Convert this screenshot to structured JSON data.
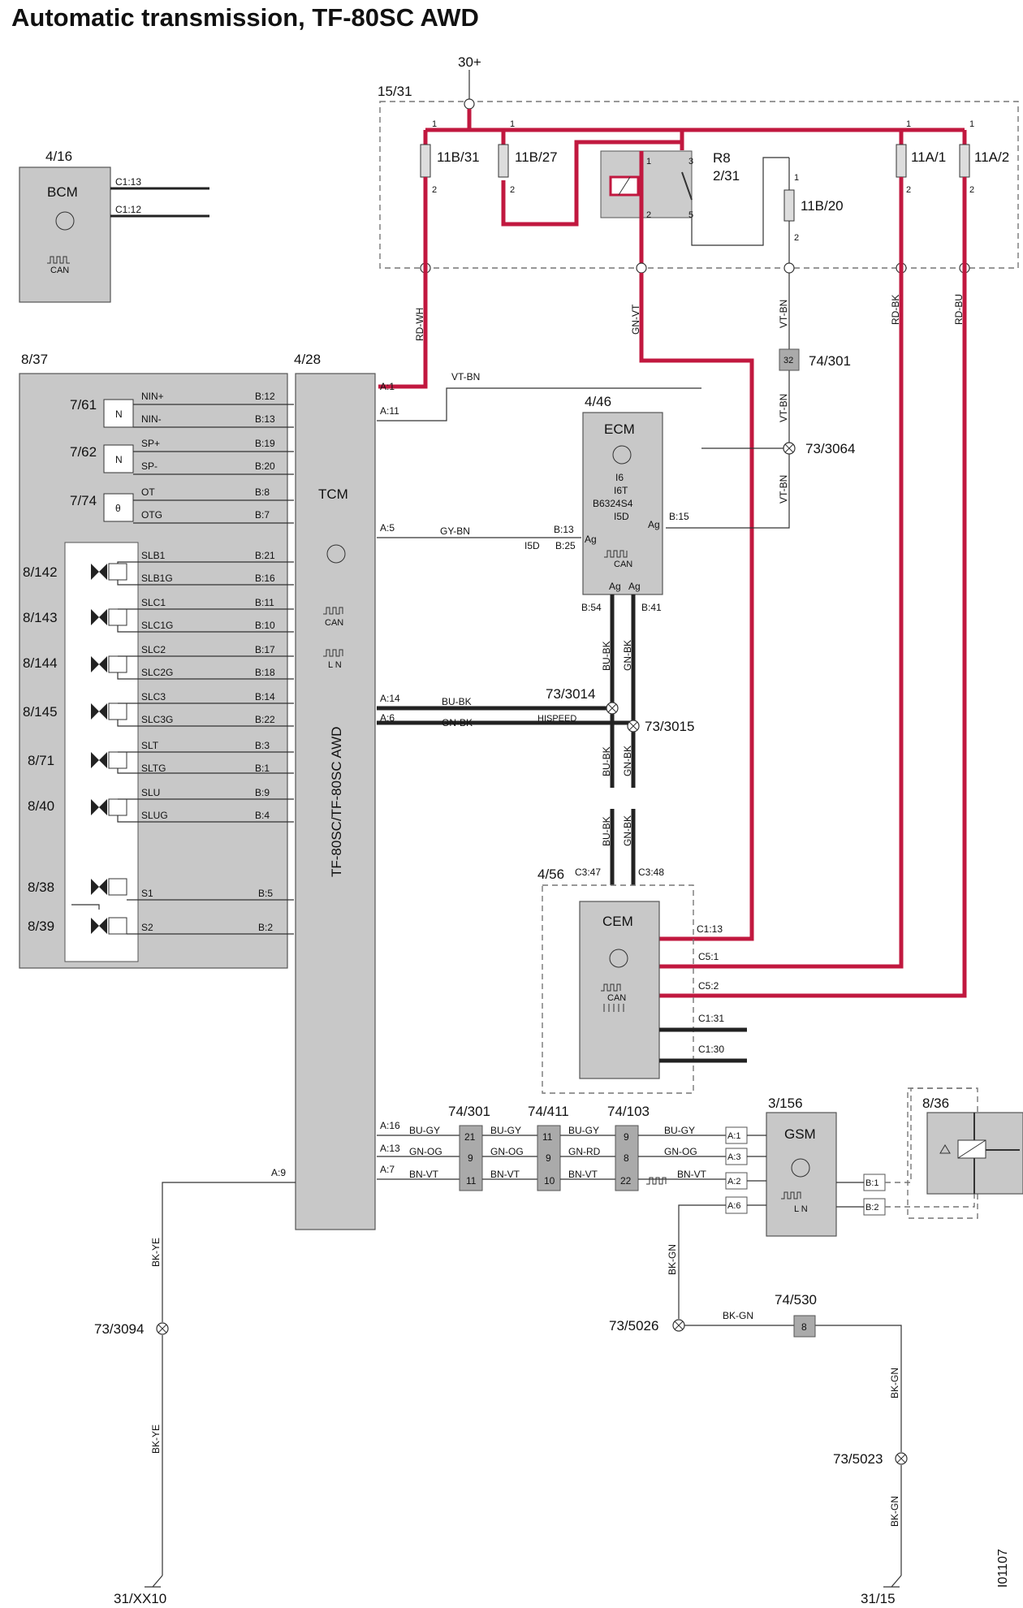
{
  "title": "Automatic transmission, TF-80SC AWD",
  "doc_number": "I01107",
  "supply": "30+",
  "fusebox": {
    "id": "15/31",
    "fuses": [
      "11B/31",
      "11B/27",
      "11A/1",
      "11A/2",
      "11B/20"
    ],
    "relay": "R8\n2/31",
    "relay_label": "R8",
    "relay_id": "2/31"
  },
  "bcm": {
    "id": "4/16",
    "name": "BCM",
    "pins": [
      "C1:13",
      "C1:12"
    ],
    "can": "CAN"
  },
  "tcm": {
    "id": "4/28",
    "name": "TCM",
    "model": "TF-80SC/TF-80SC AWD",
    "bus": [
      "CAN",
      "L N"
    ]
  },
  "valve_body": {
    "id": "8/37"
  },
  "ecm": {
    "id": "4/46",
    "name": "ECM",
    "variants": [
      "I6",
      "I6T",
      "B6324S4",
      "I5D"
    ],
    "can": "CAN",
    "ag": "Ag"
  },
  "cem": {
    "id": "4/56",
    "name": "CEM",
    "can": "CAN",
    "pins": [
      "C3:47",
      "C3:48",
      "C1:13",
      "C5:1",
      "C5:2",
      "C1:31",
      "C1:30"
    ]
  },
  "gsm": {
    "id": "3/156",
    "name": "GSM",
    "ln": "L N",
    "pins_left": [
      "A:1",
      "A:3",
      "A:2",
      "A:6"
    ],
    "pins_right": [
      "B:1",
      "B:2"
    ]
  },
  "module_836": {
    "id": "8/36"
  },
  "sensors": [
    {
      "id": "7/61",
      "sym": "N",
      "sigs": [
        "NIN+",
        "NIN-"
      ],
      "pins": [
        "B:12",
        "B:13"
      ]
    },
    {
      "id": "7/62",
      "sym": "N",
      "sigs": [
        "SP+",
        "SP-"
      ],
      "pins": [
        "B:19",
        "B:20"
      ]
    },
    {
      "id": "7/74",
      "sym": "θ",
      "sigs": [
        "OT",
        "OTG"
      ],
      "pins": [
        "B:8",
        "B:7"
      ]
    }
  ],
  "solenoids": [
    {
      "id": "8/142",
      "sigs": [
        "SLB1",
        "SLB1G"
      ],
      "pins": [
        "B:21",
        "B:16"
      ]
    },
    {
      "id": "8/143",
      "sigs": [
        "SLC1",
        "SLC1G"
      ],
      "pins": [
        "B:11",
        "B:10"
      ]
    },
    {
      "id": "8/144",
      "sigs": [
        "SLC2",
        "SLC2G"
      ],
      "pins": [
        "B:17",
        "B:18"
      ]
    },
    {
      "id": "8/145",
      "sigs": [
        "SLC3",
        "SLC3G"
      ],
      "pins": [
        "B:14",
        "B:22"
      ]
    },
    {
      "id": "8/71",
      "sigs": [
        "SLT",
        "SLTG"
      ],
      "pins": [
        "B:3",
        "B:1"
      ]
    },
    {
      "id": "8/40",
      "sigs": [
        "SLU",
        "SLUG"
      ],
      "pins": [
        "B:9",
        "B:4"
      ]
    }
  ],
  "shift_solenoids": [
    {
      "id": "8/38",
      "sig": "S1",
      "pin": "B:5"
    },
    {
      "id": "8/39",
      "sig": "S2",
      "pin": "B:2"
    }
  ],
  "tcm_pins": [
    "A:1",
    "A:11",
    "A:5",
    "A:14",
    "A:6",
    "A:16",
    "A:13",
    "A:7",
    "A:9"
  ],
  "ecm_pins": [
    "B:13",
    "B:25",
    "B:15",
    "B:54",
    "B:41"
  ],
  "ecm_tags": [
    "Ag",
    "I5D"
  ],
  "wires": [
    "RD-WH",
    "GN-VT",
    "VT-BN",
    "RD-BK",
    "RD-BU",
    "VT-BN",
    "GY-BN",
    "BU-BK",
    "GN-BK",
    "HISPEED",
    "BU-GY",
    "GN-OG",
    "BN-VT",
    "GN-RD",
    "BK-YE",
    "BK-GN"
  ],
  "connectors": [
    "74/301",
    "74/411",
    "74/103",
    "74/530"
  ],
  "conn_pins": {
    "c301": [
      "21",
      "9",
      "11"
    ],
    "c411": [
      "11",
      "9",
      "10"
    ],
    "c103": [
      "9",
      "8",
      "22"
    ],
    "c32": "32",
    "c530": "8"
  },
  "splices": [
    "73/3064",
    "73/3014",
    "73/3015",
    "73/3094",
    "73/5026",
    "73/5023"
  ],
  "grounds": [
    "31/XX10",
    "31/15"
  ],
  "relay_pins": [
    "1",
    "3",
    "2",
    "5"
  ],
  "fuse_pins": [
    "1",
    "2"
  ],
  "colors": {
    "power": "#c1183f",
    "can_bus": "#222222",
    "module": "#c8c8c8"
  }
}
